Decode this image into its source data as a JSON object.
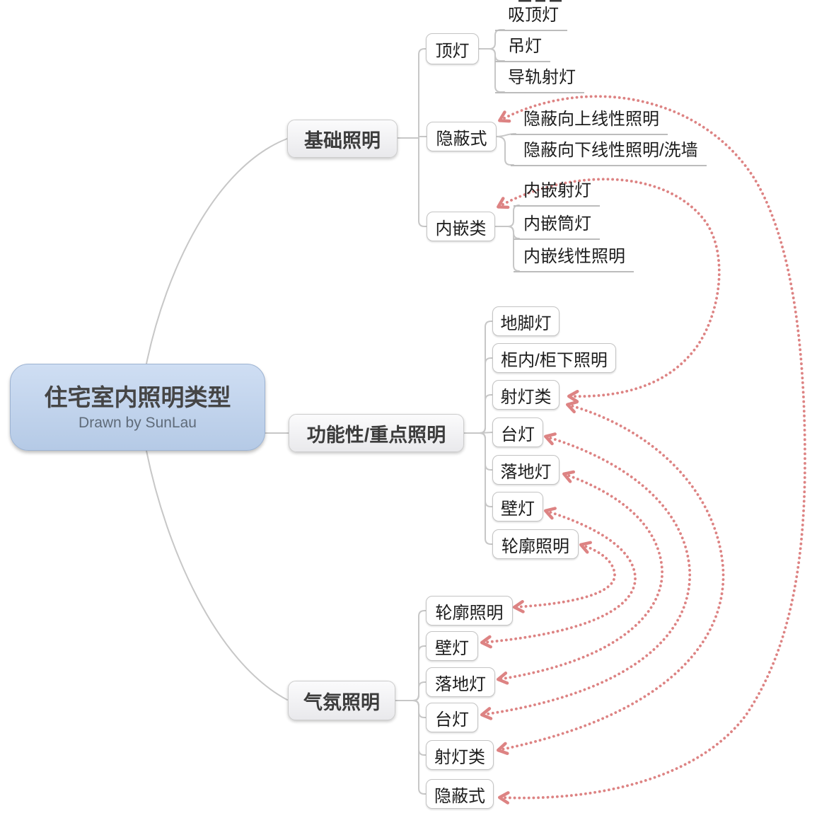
{
  "root": {
    "title": "住宅室内照明类型",
    "subtitle": "Drawn by SunLau"
  },
  "basic": {
    "label": "基础照明",
    "top_lamp": {
      "label": "顶灯",
      "items": [
        "吸顶灯",
        "吊灯",
        "导轨射灯"
      ]
    },
    "concealed": {
      "label": "隐蔽式",
      "items": [
        "隐蔽向上线性照明",
        "隐蔽向下线性照明/洗墙"
      ]
    },
    "recessed": {
      "label": "内嵌类",
      "items": [
        "内嵌射灯",
        "内嵌筒灯",
        "内嵌线性照明"
      ]
    }
  },
  "functional": {
    "label": "功能性/重点照明",
    "items": [
      "地脚灯",
      "柜内/柜下照明",
      "射灯类",
      "台灯",
      "落地灯",
      "壁灯",
      "轮廓照明"
    ]
  },
  "ambient": {
    "label": "气氛照明",
    "items": [
      "轮廓照明",
      "壁灯",
      "落地灯",
      "台灯",
      "射灯类",
      "隐蔽式"
    ]
  },
  "relations": [
    "ambient-concealed to basic-concealed",
    "basic-recessed to functional-spotlight",
    "ambient-spotlight to functional-spotlight",
    "ambient-table-lamp to functional-table-lamp",
    "ambient-floor-lamp to functional-floor-lamp",
    "ambient-wall-lamp to functional-wall-lamp",
    "ambient-contour to functional-contour"
  ],
  "colors": {
    "relation": "#dd8383",
    "tree_line": "#c7c7c7",
    "root_fill_top": "#cfdef3",
    "root_fill_bottom": "#b5cae6",
    "branch_fill": "#f0f0f2",
    "box_border": "#c4c4c4"
  }
}
